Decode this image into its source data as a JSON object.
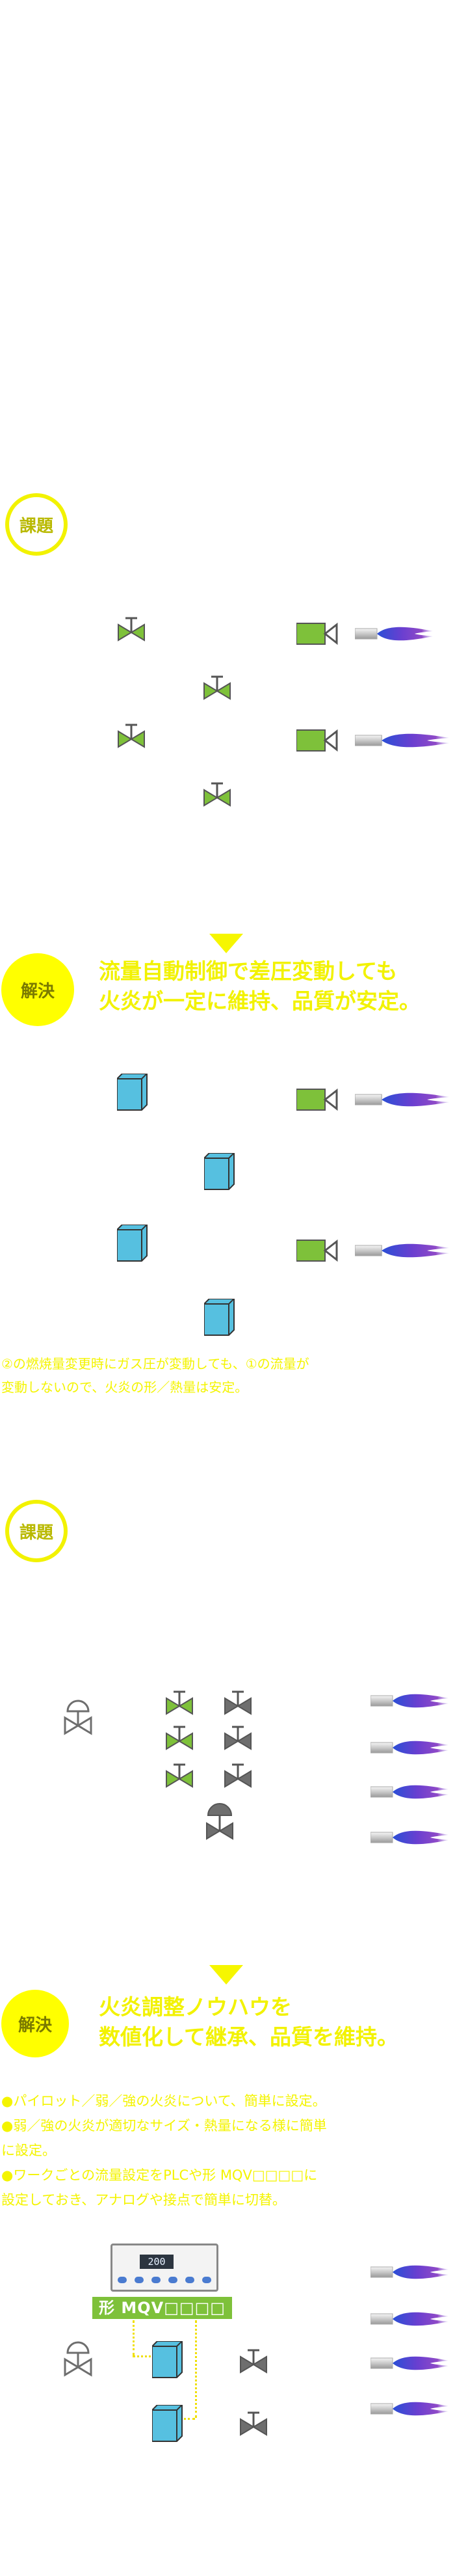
{
  "section1": {
    "badge": "課題"
  },
  "solution1": {
    "badge": "解決",
    "heading_line1": "流量自動制御で差圧変動しても",
    "heading_line2": "火炎が一定に維持、品質が安定。",
    "note_line1": "②の燃焼量変更時にガス圧が変動しても、①の流量が",
    "note_line2": "変動しないので、火炎の形／熱量は安定。"
  },
  "section2": {
    "badge": "課題"
  },
  "solution2": {
    "badge": "解決",
    "heading_line1": "火炎調整ノウハウを",
    "heading_line2": "数値化して継承、品質を維持。",
    "bullet1": "●パイロット／弱／強の火炎について、簡単に設定。",
    "bullet2_line1": "●弱／強の火炎が適切なサイズ・熱量になる様に簡単",
    "bullet2_line2": "に設定。",
    "bullet3_line1": "●ワークごとの流量設定をPLCや形 MQV□□□□に",
    "bullet3_line2": "設定しておき、アナログや接点で簡単に切替。",
    "product_label": "形 MQV□□□□",
    "controller_display": "200"
  },
  "colors": {
    "accent_yellow": "#f2f200",
    "valve_green": "#7ec13a",
    "valve_gray": "#6e6e6e",
    "block_blue": "#56c0e0",
    "flame_blue": "#3b5bd8",
    "flame_purple": "#8a43c6"
  }
}
